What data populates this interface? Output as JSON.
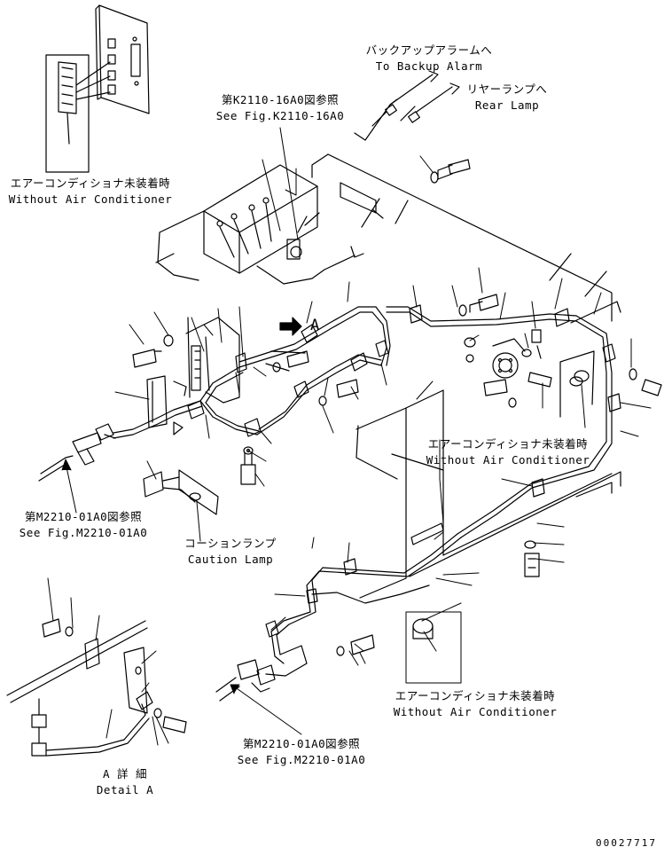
{
  "labels": {
    "backup_alarm_jp": "バックアップアラームへ",
    "backup_alarm_en": "To Backup Alarm",
    "rear_lamp_jp": "リヤーランプへ",
    "rear_lamp_en": "Rear Lamp",
    "ref_k2110_jp": "第K2110-16A0図参照",
    "ref_k2110_en": "See Fig.K2110-16A0",
    "no_ac_top_jp": "エアーコンディショナ未装着時",
    "no_ac_top_en": "Without Air Conditioner",
    "no_ac_mid_jp": "エアーコンディショナ未装着時",
    "no_ac_mid_en": "Without Air Conditioner",
    "no_ac_bot_jp": "エアーコンディショナ未装着時",
    "no_ac_bot_en": "Without Air Conditioner",
    "ref_m2210_left_jp": "第M2210-01A0図参照",
    "ref_m2210_left_en": "See Fig.M2210-01A0",
    "caution_lamp_jp": "コーションランプ",
    "caution_lamp_en": "Caution Lamp",
    "detail_a_jp": "A 詳 細",
    "detail_a_en": "Detail A",
    "ref_m2210_bottom_jp": "第M2210-01A0図参照",
    "ref_m2210_bottom_en": "See Fig.M2210-01A0",
    "view_marker": "A",
    "serial": "00027717"
  }
}
